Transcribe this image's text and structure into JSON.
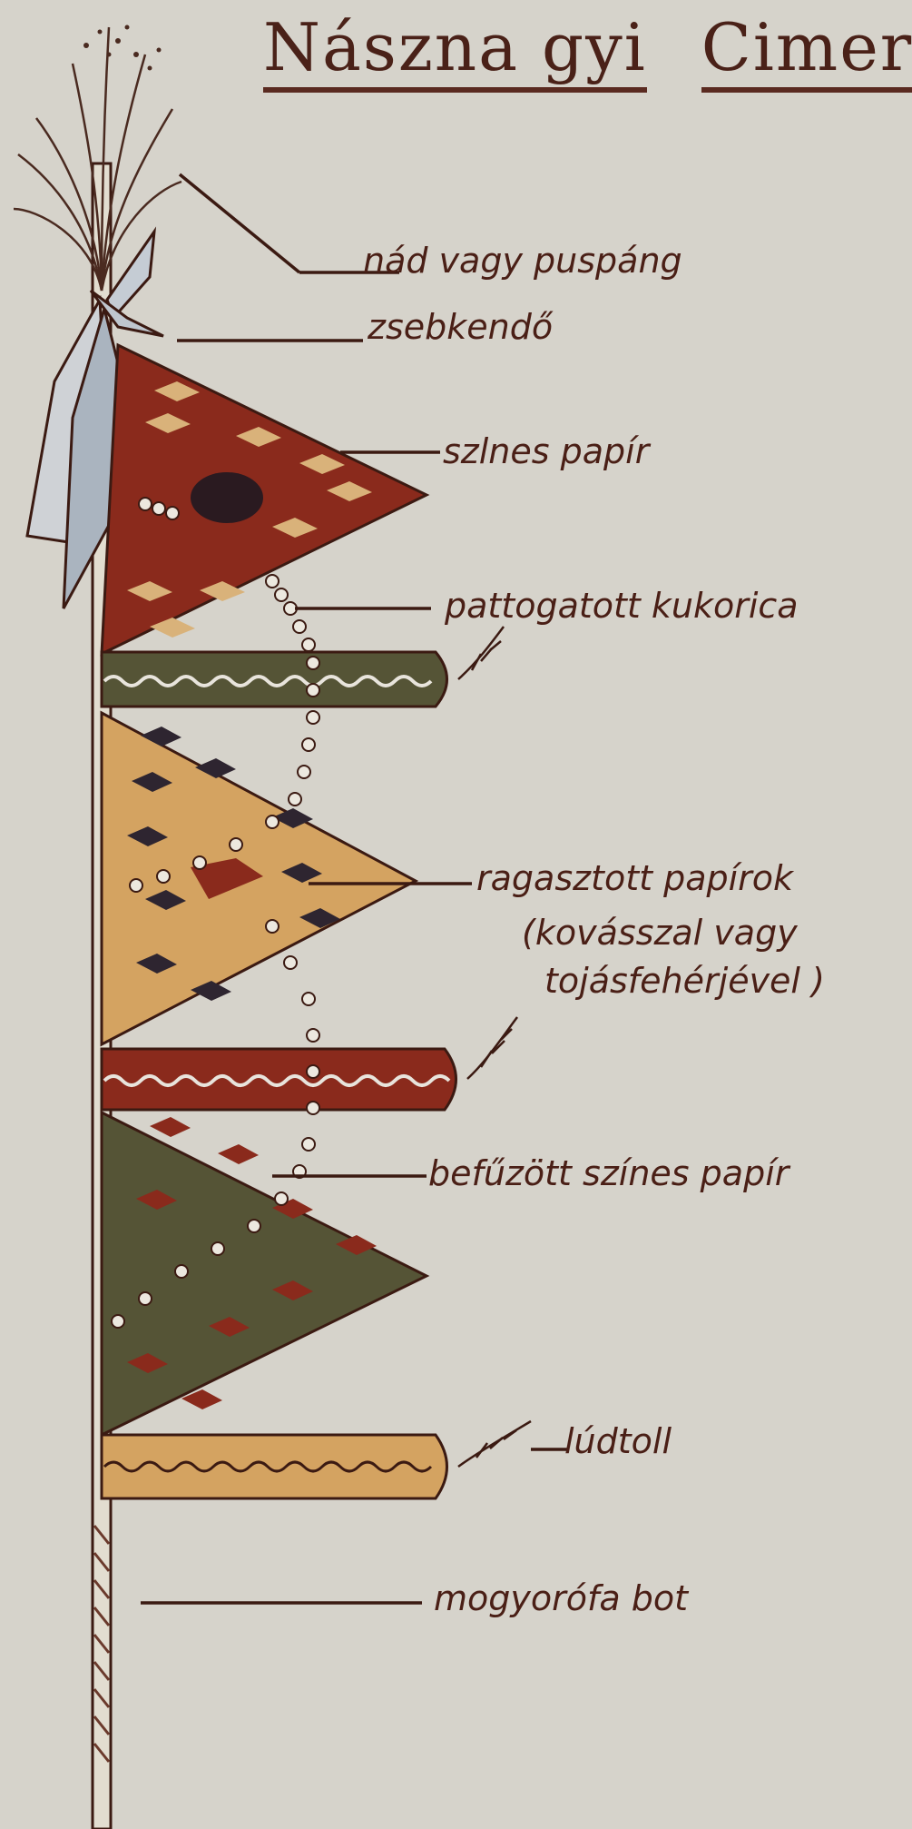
{
  "title": {
    "word1": "Nászna gyi",
    "word2": "Cimer"
  },
  "labels": {
    "nad": "nád vagy puspáng",
    "zsebkendo": "zsebkendő",
    "szines_papir": "szlnes papír",
    "kukorica": "pattogatott kukorica",
    "ragasztott_1": "ragasztott papírok",
    "ragasztott_2": "(kovásszal vagy",
    "ragasztott_3": "tojásfehérjével )",
    "befuzott": "befűzött színes papír",
    "ludtoll": "lúdtoll",
    "bot": "mogyorófa bot"
  },
  "colors": {
    "background": "#d6d3cb",
    "ink": "#4a1f16",
    "red": "#8a2a1c",
    "olive": "#555436",
    "ochre": "#d4a361",
    "cloth": "#b9c0c8"
  }
}
